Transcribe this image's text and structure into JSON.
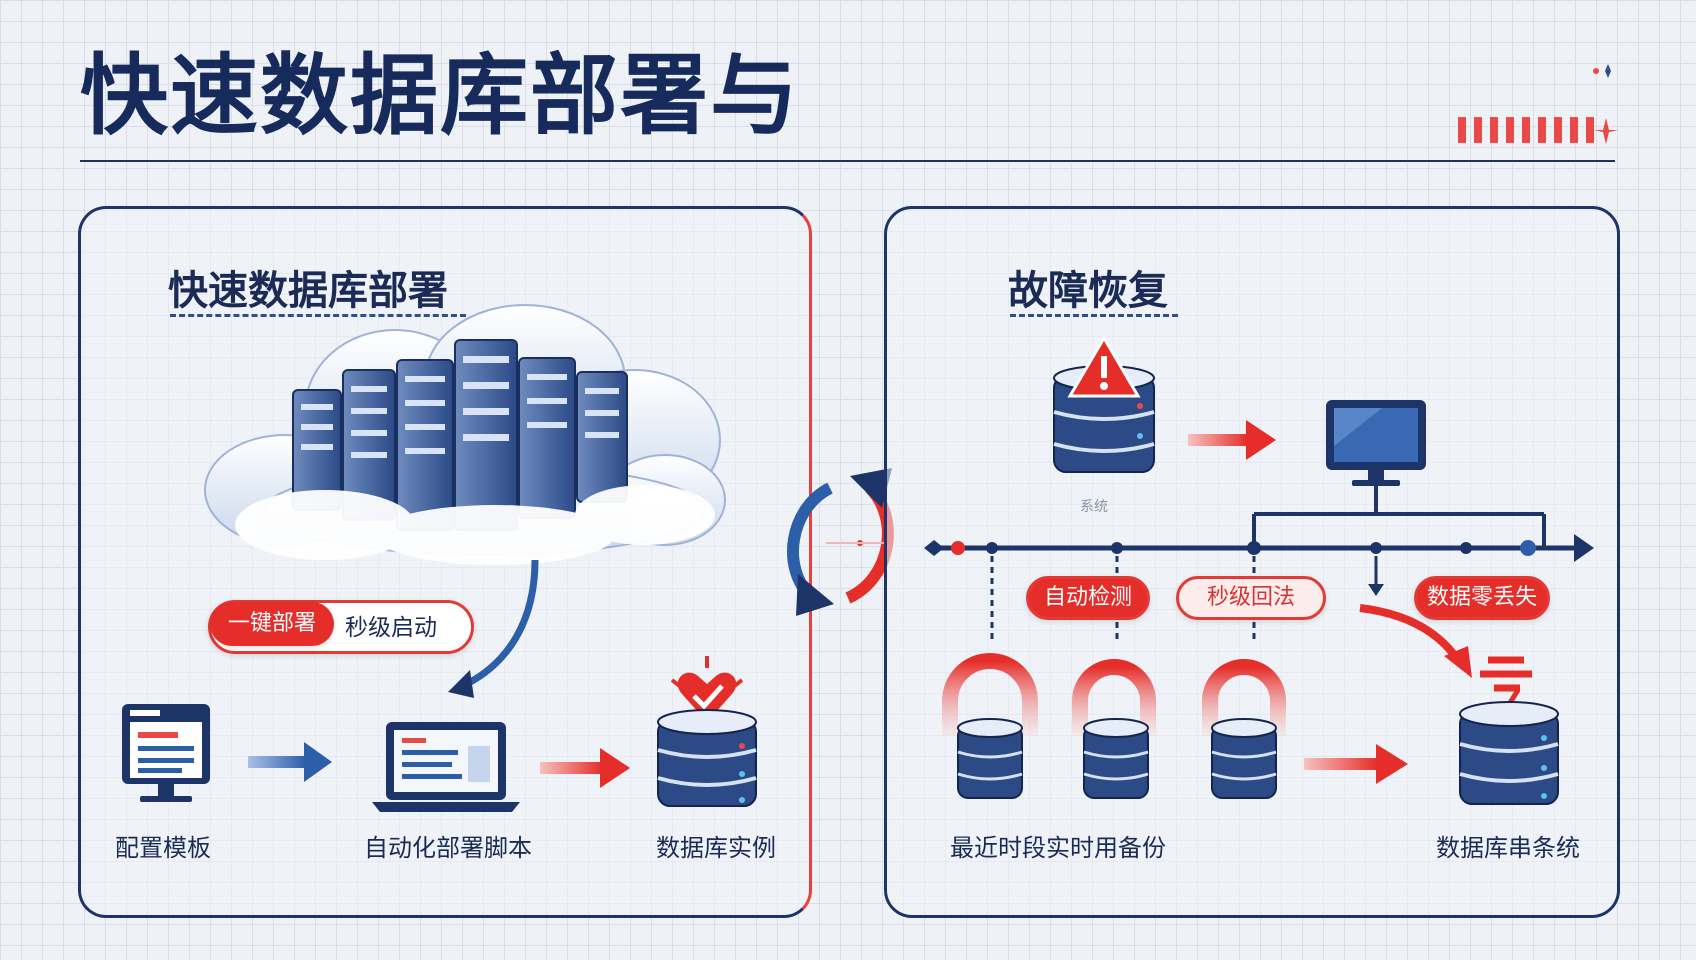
{
  "title": "快速数据库部署与",
  "left_panel": {
    "title": "快速数据库部署",
    "badge_left": "一键部署",
    "badge_right": "秒级启动",
    "steps": [
      {
        "label": "配置模板",
        "icon": "monitor-document-icon"
      },
      {
        "label": "自动化部署脚本",
        "icon": "laptop-script-icon"
      },
      {
        "label": "数据库实例",
        "icon": "database-heart-icon"
      }
    ]
  },
  "right_panel": {
    "title": "故障恢复",
    "fault_caption": "系统",
    "tags": [
      "自动检测",
      "秒级回法",
      "数据零丢失"
    ],
    "bottom_labels": {
      "backups": "最近时段实时用备份",
      "system": "数据库串条统"
    }
  },
  "colors": {
    "navy": "#1c3468",
    "red": "#e52d2a",
    "blue": "#2d5ea8"
  }
}
